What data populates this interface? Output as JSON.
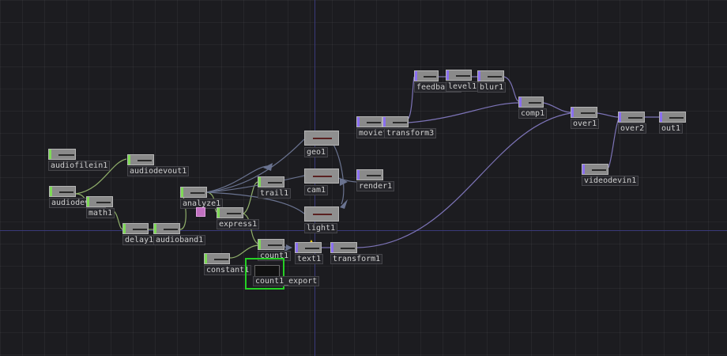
{
  "nodes": {
    "audiofilein1": "audiofilein1",
    "audiodevout1": "audiodevout1",
    "audiodevin1": "audiodevin1",
    "math1": "math1",
    "delay1": "delay1",
    "audioband1": "audioband1",
    "analyze1": "analyze1",
    "express1": "express1",
    "trail1": "trail1",
    "count1": "count1",
    "constant1": "constant1",
    "count1_export": "count1_export",
    "geo1": "geo1",
    "cam1": "cam1",
    "light1": "light1",
    "render1": "render1",
    "text1": "text1",
    "transform1": "transform1",
    "moviefilein1": "moviefilein1",
    "transform3": "transform3",
    "feedback1": "feedback1",
    "level1": "level1",
    "blur1": "blur1",
    "comp1": "comp1",
    "over1": "over1",
    "over2": "over2",
    "out1": "out1",
    "videodevin1": "videodevin1"
  }
}
